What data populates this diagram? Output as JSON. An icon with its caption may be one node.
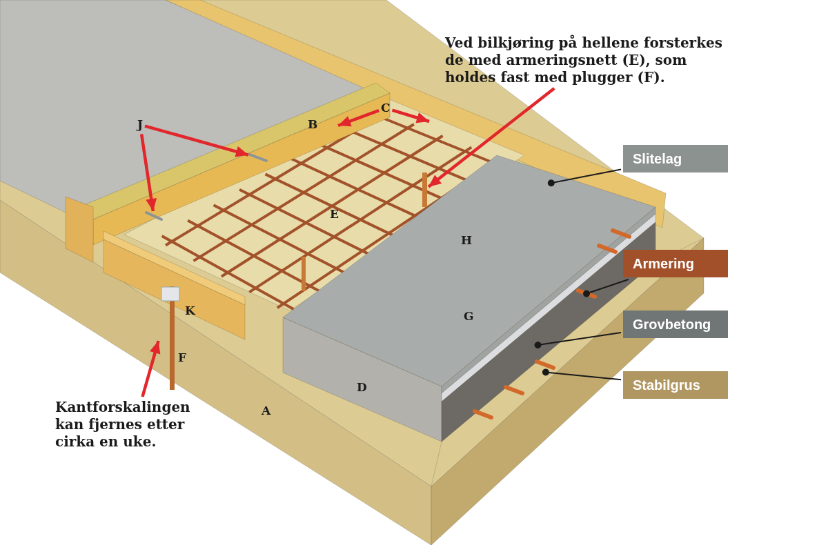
{
  "diagram": {
    "nodes": [
      {
        "text": [
          "Ved bilkjøring på hellene forsterkes de med armeringsnett (E), som holdes fast med plugger (F)."
        ]
      },
      {
        "text": [],
        "shape": "bar"
      },
      {
        "text": [
          "J"
        ]
      },
      {
        "text": [],
        "shape": "picture"
      },
      {
        "text": [],
        "shape": "picture"
      },
      {
        "text": [
          "C"
        ]
      },
      {
        "text": [
          "Kantforskalingen kan fjernes etter cirka en uke."
        ]
      },
      {
        "text": [],
        "shape": "picture"
      },
      {
        "text": [
          "Slitelag"
        ]
      },
      {
        "text": [],
        "shape": "picture"
      },
      {
        "text": [
          "Armering"
        ]
      },
      {
        "text": [],
        "shape": "bar",
        "in": 13
      },
      {
        "text": [
          "Grovbetong"
        ]
      },
      {
        "text": [],
        "shape": "picture"
      },
      {
        "text": [
          "Stabilgrus"
        ]
      },
      {
        "text": [],
        "shape": "picture"
      }
    ],
    "edges": [
      {
        "from": 0,
        "to": 1,
        "arrow": "to"
      },
      {
        "from": 2,
        "to": 3,
        "arrow": "to"
      },
      {
        "from": 2,
        "to": 4,
        "arrow": "to"
      },
      {
        "from": 5,
        "to": null,
        "arrow": "to"
      },
      {
        "from": 5,
        "to": null,
        "arrow": "to"
      },
      {
        "from": 6,
        "to": 7,
        "arrow": "to"
      },
      {
        "from": 8,
        "to": 9,
        "arrow": "other",
        "color": "#1a1a1a"
      },
      {
        "from": 10,
        "to": 11,
        "arrow": "other",
        "color": "#1a1a1a"
      },
      {
        "from": 12,
        "to": 13,
        "arrow": "other",
        "color": "#1a1a1a"
      },
      {
        "from": 14,
        "to": 15,
        "arrow": "other",
        "color": "#1a1a1a"
      }
    ],
    "labels": [
      "B",
      "E",
      "H",
      "K",
      "G",
      "F",
      "D",
      "A"
    ]
  }
}
